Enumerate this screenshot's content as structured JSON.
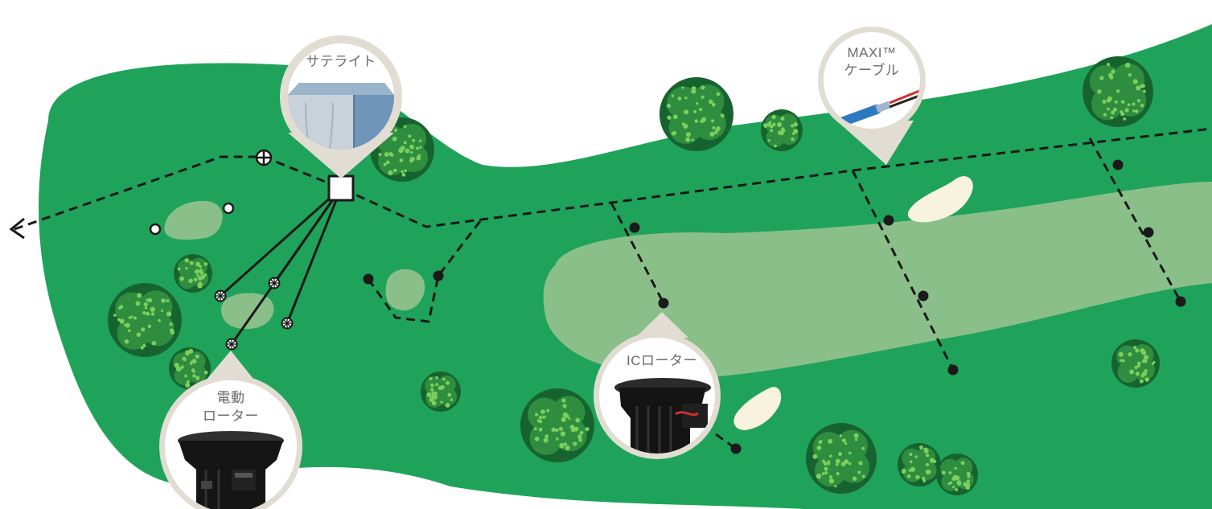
{
  "colors": {
    "fairway": "#1fa35a",
    "rough_light": "#8abf8a",
    "sand": "#f7f3df",
    "tree_dark": "#17632f",
    "tree_mid": "#2e8d3f",
    "tree_light": "#7ccf5c",
    "callout_ring": "#e2ddd3",
    "callout_fill": "#ffffff",
    "line": "#1a1a1a",
    "label_text": "#6b6b6b"
  },
  "callouts": {
    "satellite": {
      "label": "サテライト",
      "icon": "satellite-controller-icon"
    },
    "maxi_cable": {
      "line1": "MAXI™",
      "line2": "ケーブル",
      "icon": "maxi-cable-icon"
    },
    "ic_rotor": {
      "label": "ICローター",
      "icon": "ic-rotor-icon"
    },
    "electric_rotor": {
      "line1": "電動",
      "line2": "ローター",
      "icon": "electric-rotor-icon"
    }
  }
}
